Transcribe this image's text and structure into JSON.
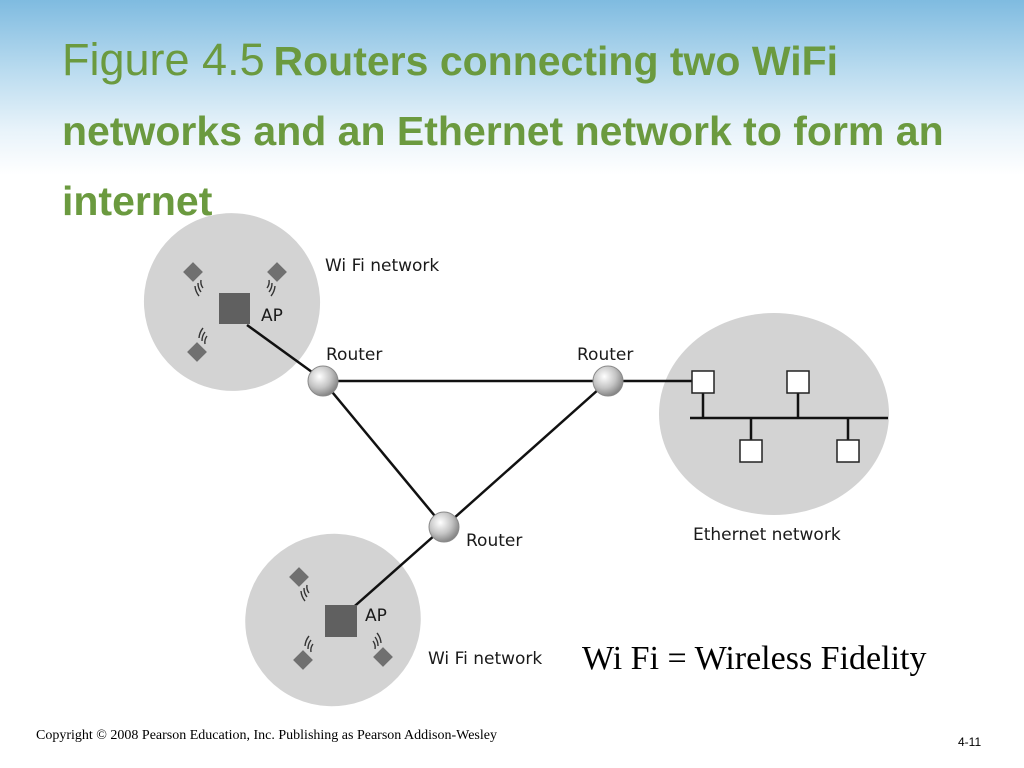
{
  "slide": {
    "figure_label": "Figure 4.5",
    "title": "Routers connecting two WiFi networks and an Ethernet network to form an internet",
    "definition": "Wi Fi = Wireless Fidelity",
    "copyright": "Copyright © 2008 Pearson Education, Inc. Publishing as Pearson Addison-Wesley",
    "page_number": "4-11"
  },
  "diagram": {
    "wifi_network_top": {
      "label": "Wi Fi network",
      "ap_label": "AP"
    },
    "wifi_network_bottom": {
      "label": "Wi Fi network",
      "ap_label": "AP"
    },
    "ethernet_network": {
      "label": "Ethernet network"
    },
    "routers": [
      {
        "label": "Router"
      },
      {
        "label": "Router"
      },
      {
        "label": "Router"
      }
    ]
  },
  "colors": {
    "title_green": "#6b9a3f",
    "cloud_gray": "#d3d3d3",
    "ap_gray": "#606060"
  }
}
